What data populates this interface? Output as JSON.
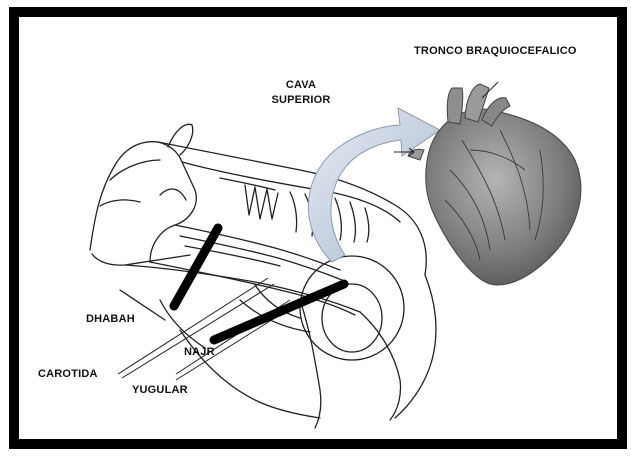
{
  "labels": {
    "tronco": "TRONCO BRAQUIOCEFALICO",
    "cava_line1": "CAVA",
    "cava_line2": "SUPERIOR",
    "dhabah": "DHABAH",
    "carotida": "CAROTIDA",
    "najr": "NAJR",
    "yugular": "YUGULAR"
  },
  "colors": {
    "frame": "#000000",
    "background": "#ffffff",
    "arrow": "#c9d3e0",
    "heart": "#7a7a7a"
  }
}
